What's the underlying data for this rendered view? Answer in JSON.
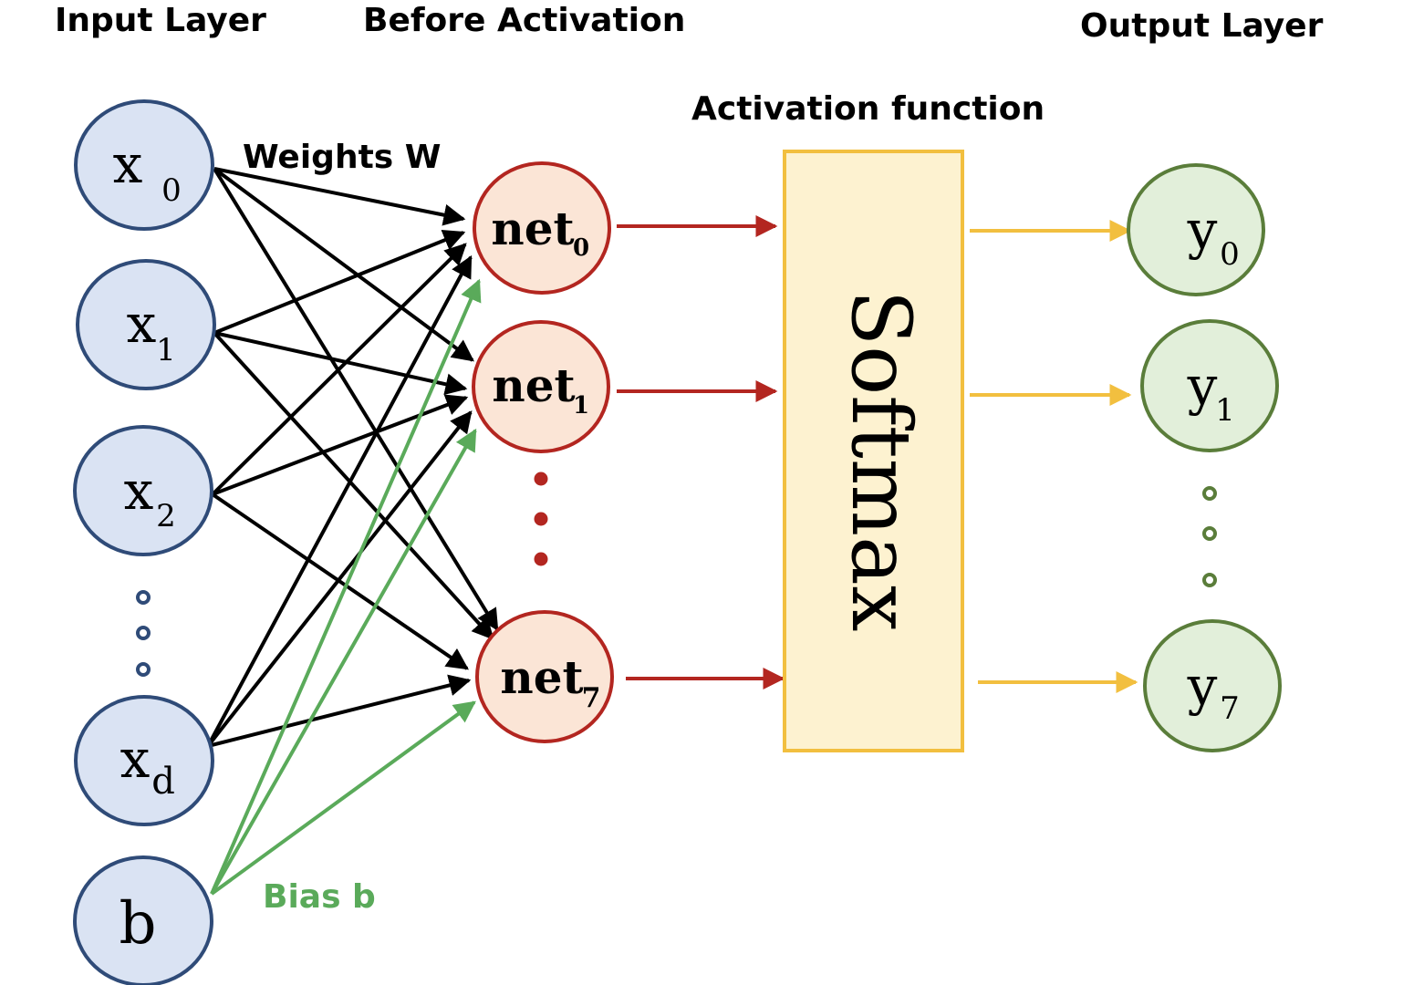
{
  "headers": {
    "input_layer": "Input Layer",
    "before_activation": "Before Activation",
    "output_layer": "Output Layer",
    "activation_function": "Activation function",
    "weights": "Weights W",
    "bias": "Bias b"
  },
  "input_nodes": [
    {
      "base": "x",
      "sub": "0"
    },
    {
      "base": "x",
      "sub": "1"
    },
    {
      "base": "x",
      "sub": "2"
    },
    {
      "base": "x",
      "sub": "d"
    }
  ],
  "bias_node": {
    "base": "b",
    "sub": ""
  },
  "net_nodes": [
    {
      "base": "net",
      "sub": "0"
    },
    {
      "base": "net",
      "sub": "1"
    },
    {
      "base": "net",
      "sub": "7"
    }
  ],
  "output_nodes": [
    {
      "base": "y",
      "sub": "0"
    },
    {
      "base": "y",
      "sub": "1"
    },
    {
      "base": "y",
      "sub": "7"
    }
  ],
  "softmax": {
    "label": "Softmax"
  },
  "colors": {
    "input_fill": "#dae3f3",
    "input_stroke": "#2f4b78",
    "net_fill": "#fbe5d6",
    "net_stroke": "#b32620",
    "output_fill": "#e2efda",
    "output_stroke": "#5a7d3a",
    "softmax_fill": "#fdf2d0",
    "softmax_stroke": "#f2bf3f",
    "weight_edge": "#000000",
    "bias_edge": "#5aaa5a",
    "net_to_softmax": "#b32620",
    "softmax_to_output": "#f2bf3f"
  }
}
